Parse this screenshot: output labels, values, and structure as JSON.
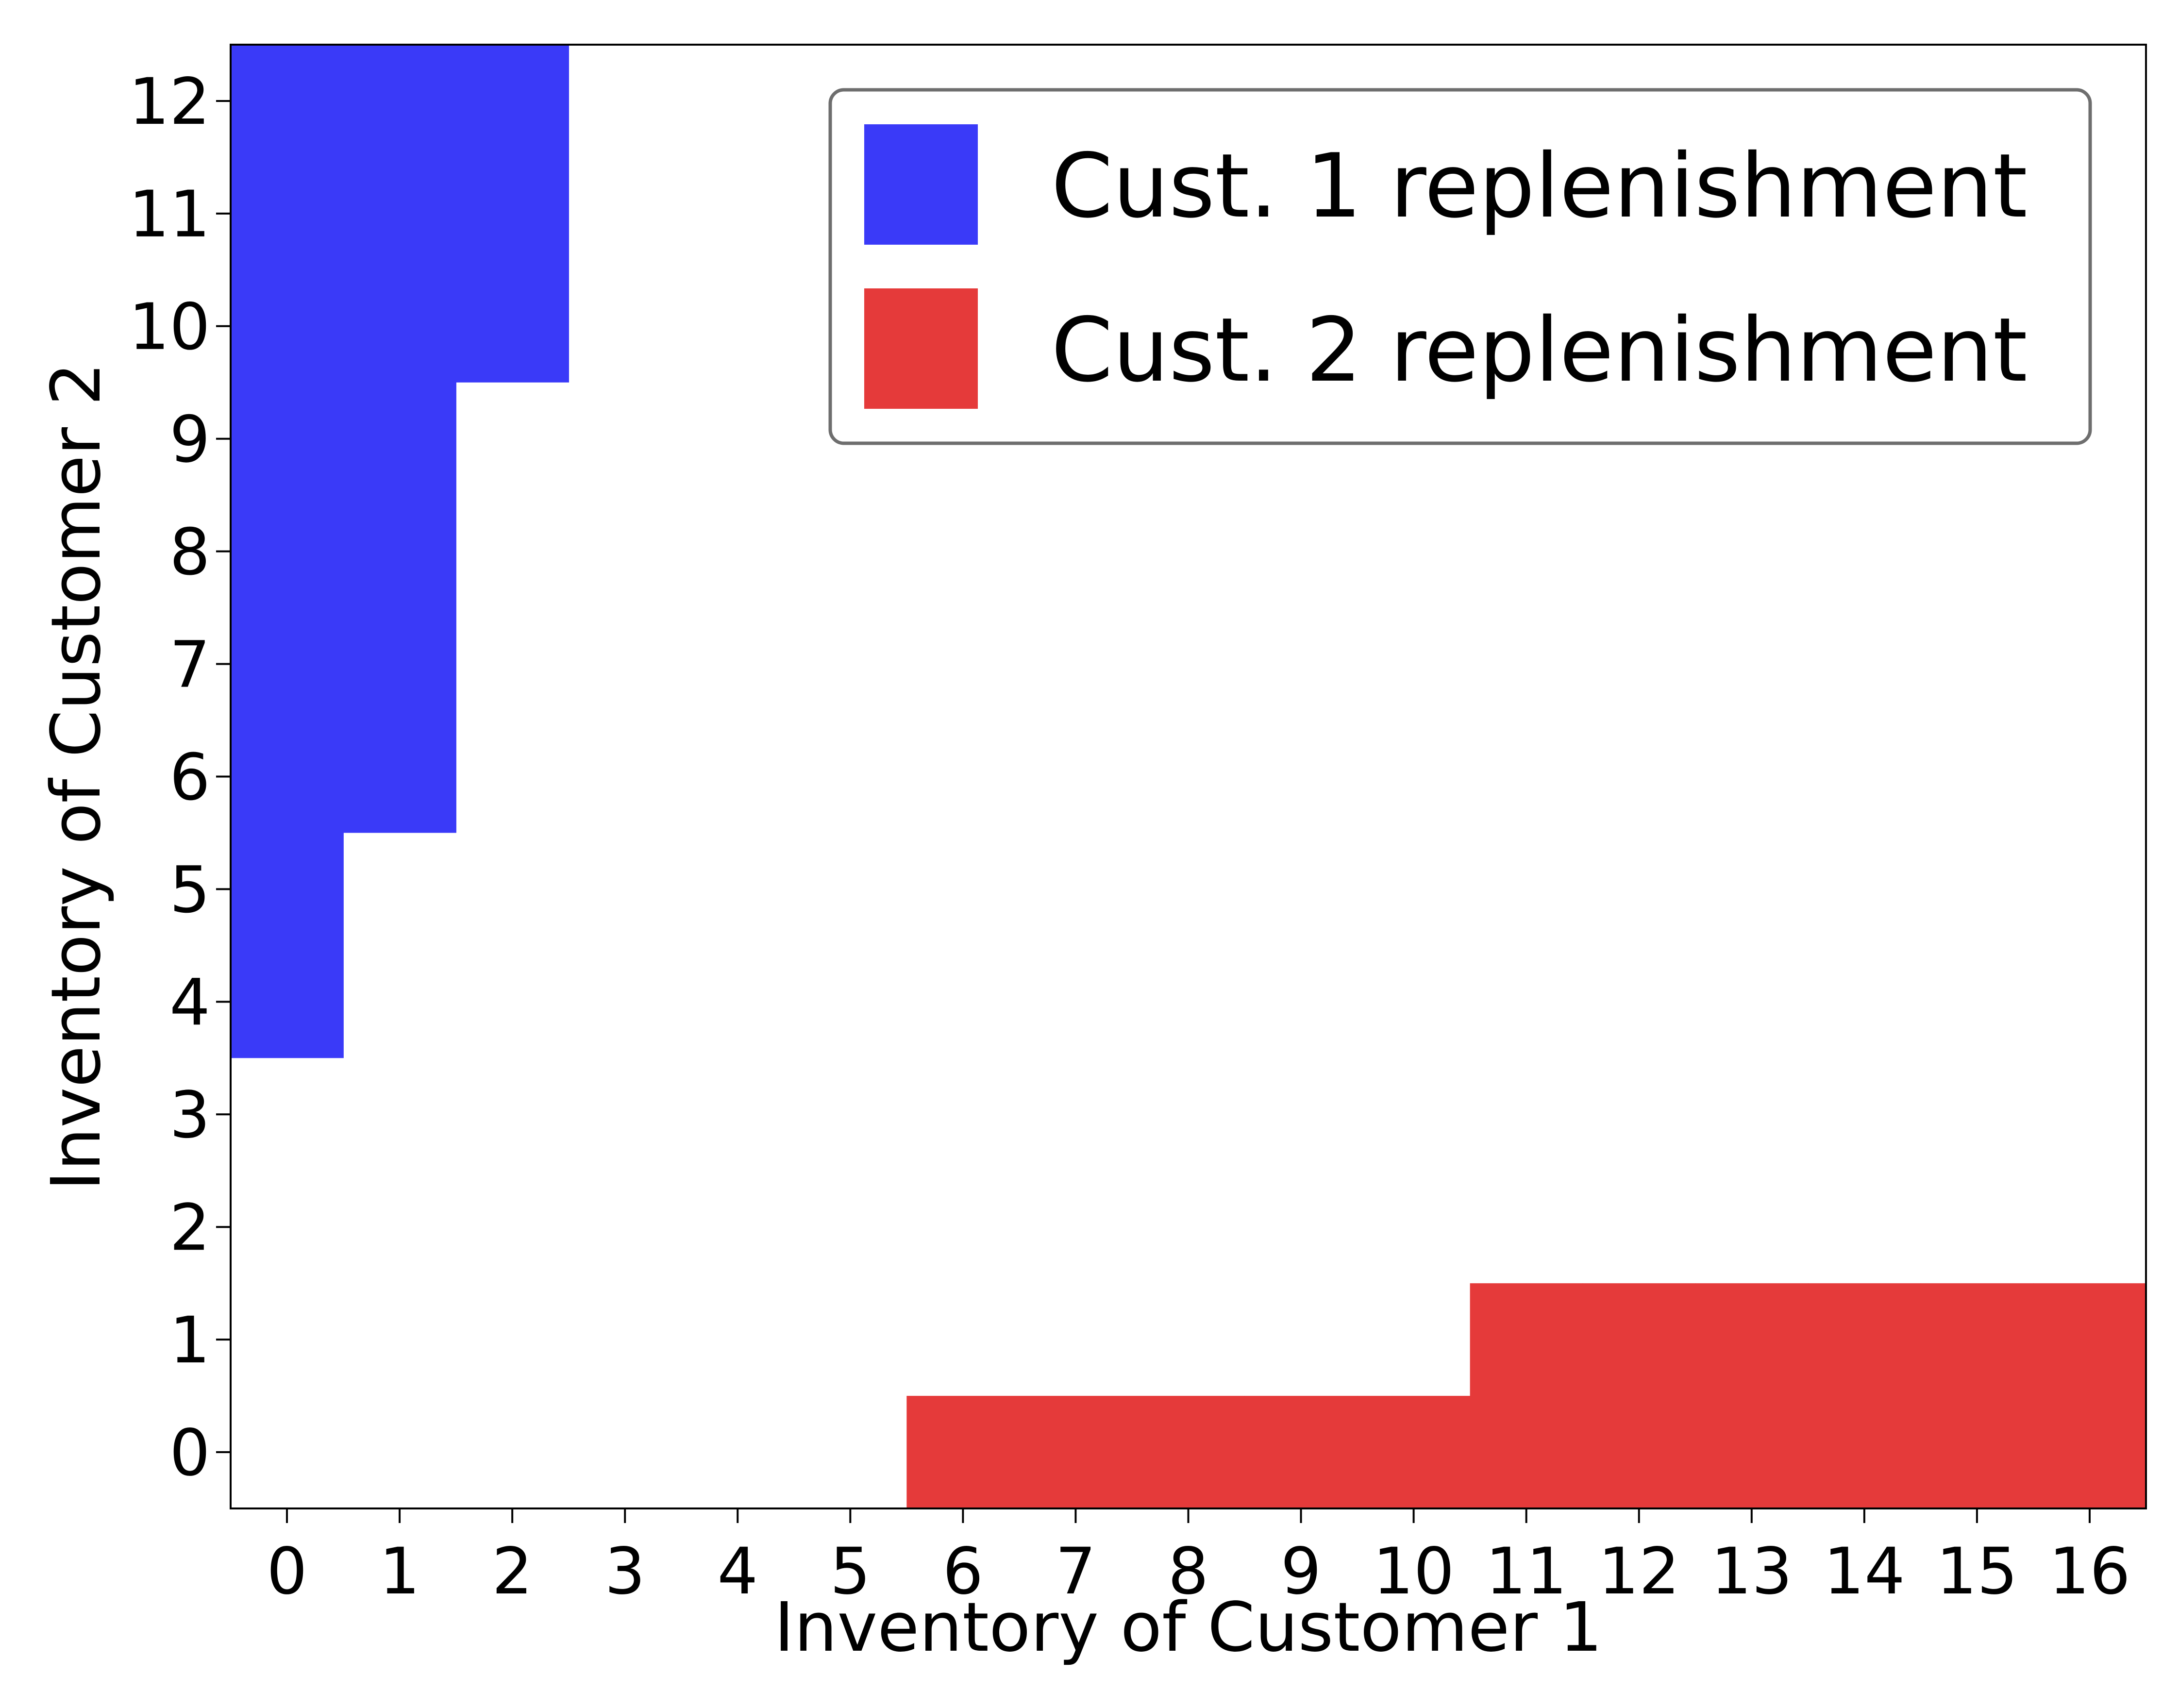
{
  "chart_data": {
    "type": "heatmap",
    "title": "",
    "xlabel": "Inventory of Customer 1",
    "ylabel": "Inventory of Customer 2",
    "xlim": [
      -0.5,
      16.5
    ],
    "ylim": [
      -0.5,
      12.5
    ],
    "x_ticks": [
      "0",
      "1",
      "2",
      "3",
      "4",
      "5",
      "6",
      "7",
      "8",
      "9",
      "10",
      "11",
      "12",
      "13",
      "14",
      "15",
      "16"
    ],
    "y_ticks": [
      "0",
      "1",
      "2",
      "3",
      "4",
      "5",
      "6",
      "7",
      "8",
      "9",
      "10",
      "11",
      "12"
    ],
    "grid": false,
    "legend": {
      "placement": "top-right",
      "entries": [
        {
          "label": "Cust. 1 replenishment",
          "color": "#3a3af8"
        },
        {
          "label": "Cust. 2 replenishment",
          "color": "#e53a3a"
        }
      ]
    },
    "series": [
      {
        "name": "Cust. 1 replenishment",
        "color": "#3a3af8",
        "columns": [
          {
            "x": 0,
            "y_from": 4,
            "y_to": 12
          },
          {
            "x": 1,
            "y_from": 6,
            "y_to": 12
          },
          {
            "x": 2,
            "y_from": 10,
            "y_to": 12
          }
        ]
      },
      {
        "name": "Cust. 2 replenishment",
        "color": "#e53a3a",
        "columns": [
          {
            "x": 6,
            "y_from": 0,
            "y_to": 0
          },
          {
            "x": 7,
            "y_from": 0,
            "y_to": 0
          },
          {
            "x": 8,
            "y_from": 0,
            "y_to": 0
          },
          {
            "x": 9,
            "y_from": 0,
            "y_to": 0
          },
          {
            "x": 10,
            "y_from": 0,
            "y_to": 0
          },
          {
            "x": 11,
            "y_from": 0,
            "y_to": 1
          },
          {
            "x": 12,
            "y_from": 0,
            "y_to": 1
          },
          {
            "x": 13,
            "y_from": 0,
            "y_to": 1
          },
          {
            "x": 14,
            "y_from": 0,
            "y_to": 1
          },
          {
            "x": 15,
            "y_from": 0,
            "y_to": 1
          },
          {
            "x": 16,
            "y_from": 0,
            "y_to": 1
          }
        ]
      }
    ]
  }
}
